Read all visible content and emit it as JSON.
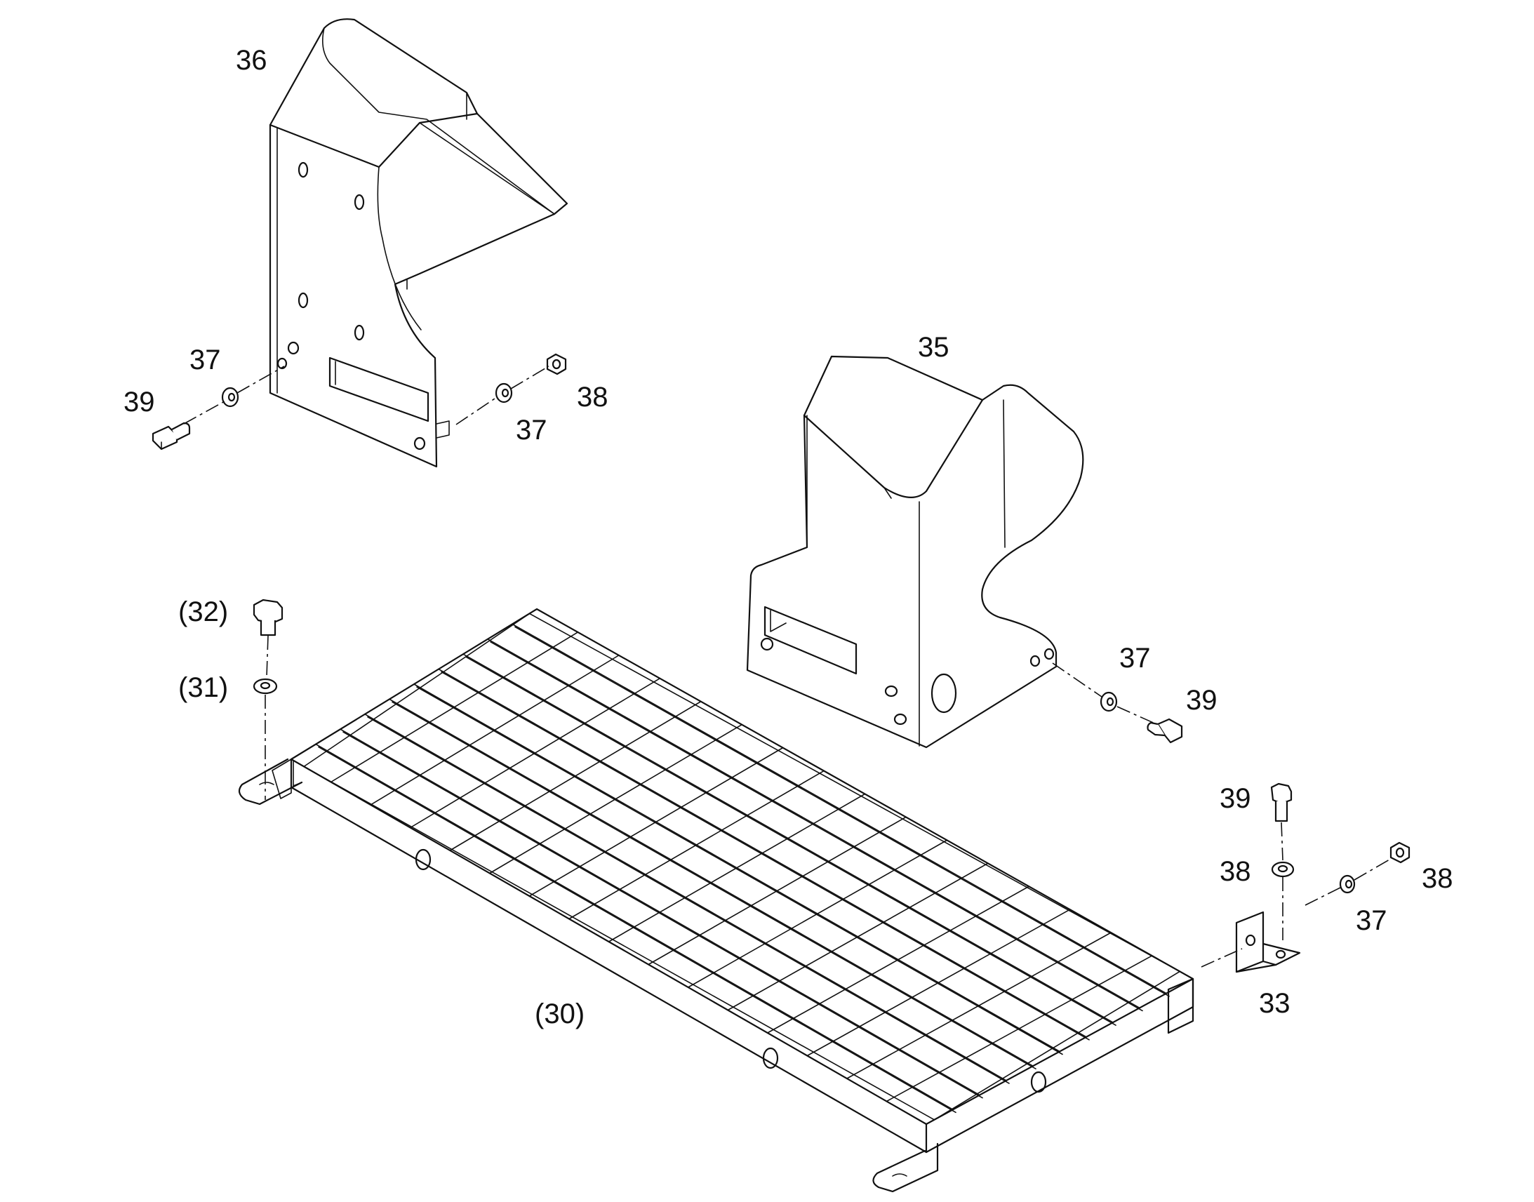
{
  "callouts": {
    "c36": "36",
    "c37_a": "37",
    "c39_a": "39",
    "c37_b": "37",
    "c38_a": "38",
    "c35": "35",
    "c32": "(32)",
    "c31": "(31)",
    "c37_c": "37",
    "c39_b": "39",
    "c39_c": "39",
    "c38_b": "38",
    "c38_c": "38",
    "c37_d": "37",
    "c30": "(30)",
    "c33": "33"
  }
}
